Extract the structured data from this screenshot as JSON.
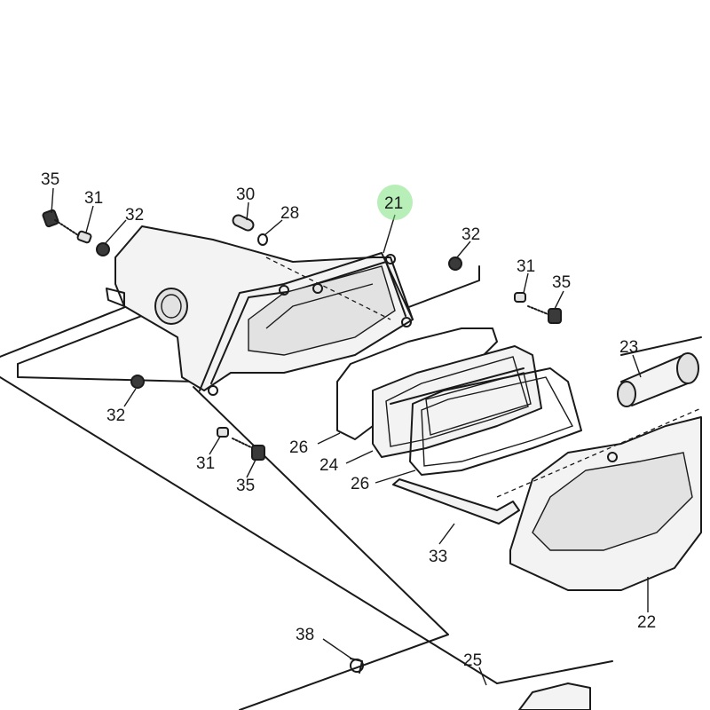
{
  "callouts": [
    {
      "id": "c35a",
      "label": "35"
    },
    {
      "id": "c31a",
      "label": "31"
    },
    {
      "id": "c32a",
      "label": "32"
    },
    {
      "id": "c30",
      "label": "30"
    },
    {
      "id": "c28",
      "label": "28"
    },
    {
      "id": "c21",
      "label": "21",
      "highlighted": true
    },
    {
      "id": "c32b",
      "label": "32"
    },
    {
      "id": "c31b",
      "label": "31"
    },
    {
      "id": "c35b",
      "label": "35"
    },
    {
      "id": "c23",
      "label": "23"
    },
    {
      "id": "c32c",
      "label": "32"
    },
    {
      "id": "c26a",
      "label": "26"
    },
    {
      "id": "c24",
      "label": "24"
    },
    {
      "id": "c26b",
      "label": "26"
    },
    {
      "id": "c31c",
      "label": "31"
    },
    {
      "id": "c35c",
      "label": "35"
    },
    {
      "id": "c33",
      "label": "33"
    },
    {
      "id": "c22",
      "label": "22"
    },
    {
      "id": "c38",
      "label": "38"
    },
    {
      "id": "c25",
      "label": "25"
    }
  ],
  "colors": {
    "line": "#1a1a1a",
    "highlight": "#7ee07e"
  }
}
